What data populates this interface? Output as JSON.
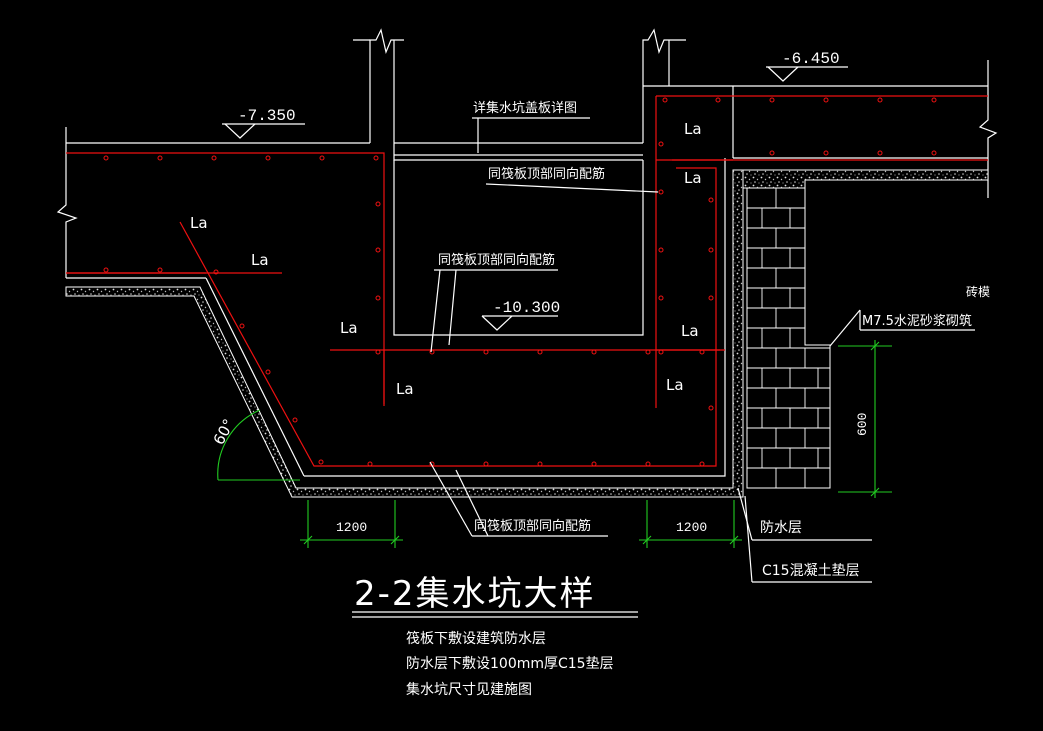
{
  "title": "2-2集水坑大样",
  "notes": [
    "筏板下敷设建筑防水层",
    "防水层下敷设100mm厚C15垫层",
    "集水坑尺寸见建施图"
  ],
  "elevations": {
    "left_slab_top": "-7.350",
    "right_slab_top": "-6.450",
    "pit_bottom": "-10.300"
  },
  "callouts": {
    "cover_plate": "详集水坑盖板详图",
    "rebar_upper": "同筏板顶部同向配筋",
    "rebar_middle": "同筏板顶部同向配筋",
    "rebar_bottom": "同筏板顶部同向配筋",
    "brick_mold": "砖模",
    "mortar": "M7.5水泥砂浆砌筑",
    "waterproof": "防水层",
    "cushion": "C15混凝土垫层"
  },
  "anchor_label": "La",
  "dimensions": {
    "angle": "60°",
    "left_width": "1200",
    "right_width": "1200",
    "height": "600"
  },
  "colors": {
    "background": "#000000",
    "outline": "#ffffff",
    "rebar": "#ee1111",
    "dimension": "#22cc22"
  }
}
